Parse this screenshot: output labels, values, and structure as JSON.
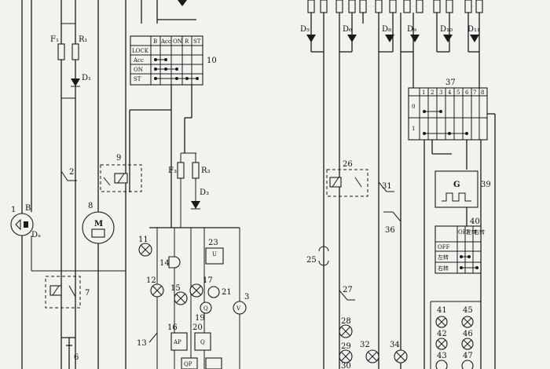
{
  "labels": {
    "n1": "1",
    "n2": "2",
    "n3": "3",
    "n6": "6",
    "n7": "7",
    "n8": "8",
    "n9": "9",
    "n10": "10",
    "n11": "11",
    "n12": "12",
    "n13": "13",
    "n14": "14",
    "n15": "15",
    "n16": "16",
    "n17": "17",
    "n19": "19",
    "n20": "20",
    "n21": "21",
    "n23": "23",
    "n25": "25",
    "n26": "26",
    "n27": "27",
    "n28": "28",
    "n29": "29",
    "n30": "30",
    "n31": "31",
    "n32": "32",
    "n34": "34",
    "n36": "36",
    "n37": "37",
    "n39": "39",
    "n40": "40",
    "n41": "41",
    "n42": "42",
    "n43": "43",
    "n45": "45",
    "n46": "46",
    "n47": "47",
    "F1": "F₁",
    "R1": "R₁",
    "D1": "D₁",
    "F3": "F₃",
    "R3": "R₃",
    "D3": "D₃",
    "Dx": "Dₓ",
    "D5": "D₅",
    "D6": "D₆",
    "D8": "D₈",
    "D9": "D₉",
    "D10": "D₁₀",
    "D11": "D₁₁",
    "B": "B",
    "M": "M",
    "G": "G",
    "AP": "AP",
    "Q": "Q",
    "U": "U",
    "V": "V",
    "QP": "QP"
  },
  "ignition_switch": {
    "columns": [
      "B",
      "Acc",
      "ON",
      "R",
      "ST"
    ],
    "rows": [
      "LOCK",
      "Acc",
      "ON",
      "ST"
    ]
  },
  "switch_37": {
    "columns": [
      "1",
      "2",
      "3",
      "4",
      "5",
      "6",
      "7",
      "8"
    ],
    "rows": [
      "0",
      "1"
    ]
  },
  "switch_40": {
    "columns": [
      "OFF",
      "左转",
      "右转"
    ],
    "rows": [
      "OFF",
      "左转",
      "右转"
    ]
  }
}
